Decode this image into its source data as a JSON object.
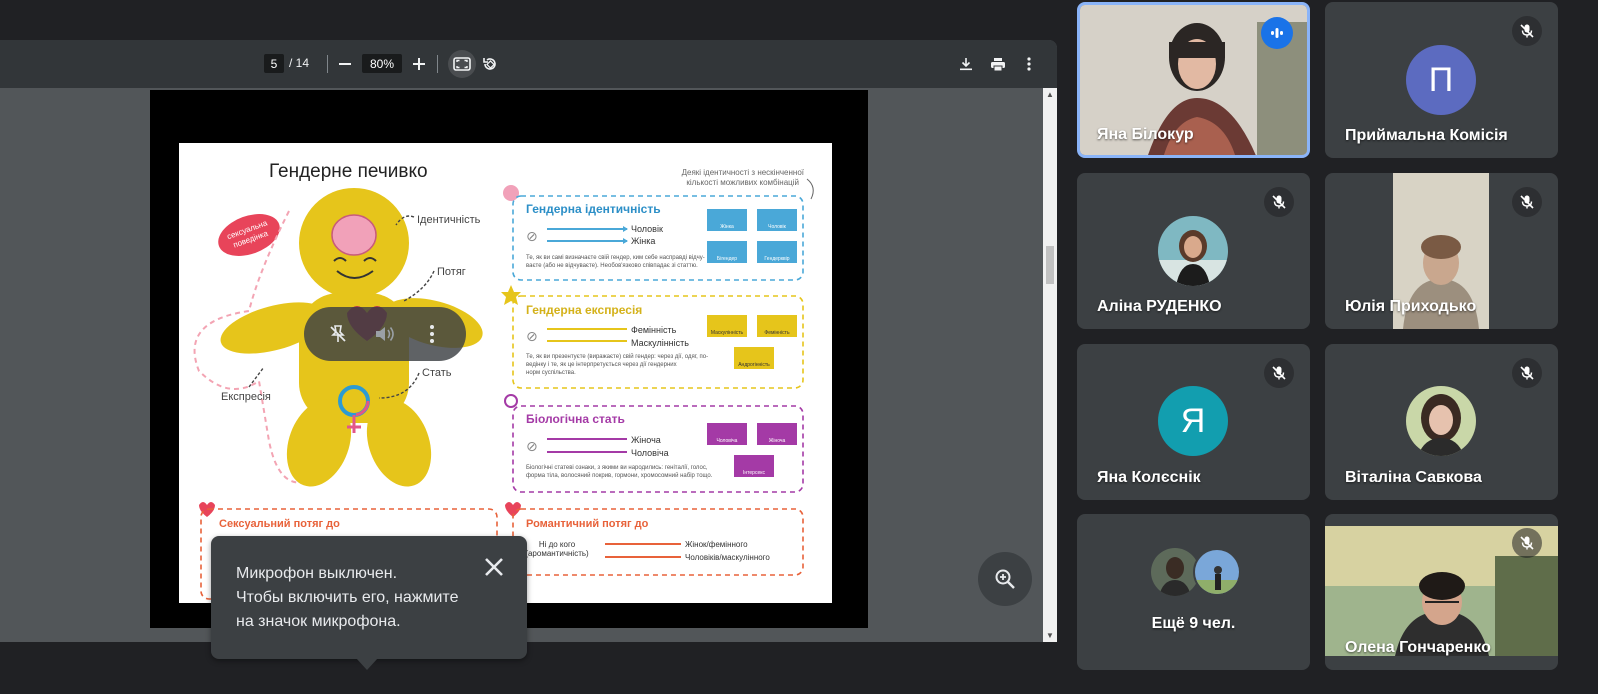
{
  "pdf_viewer": {
    "page_current": "5",
    "page_total": "/ 14",
    "zoom_value": "80%"
  },
  "slide": {
    "title": "Гендерне печивко",
    "corner_note_line1": "Деякі ідентичності з нескінченної",
    "corner_note_line2": "кількості можливих комбінацій",
    "badge_line1": "сексуальна",
    "badge_line2": "поведінка",
    "label_identity": "Ідентичність",
    "label_attraction": "Потяг",
    "label_sex": "Стать",
    "label_expression": "Експресія",
    "sections": {
      "identity": {
        "title": "Гендерна ідентичність",
        "arrow1": "Чоловік",
        "arrow2": "Жінка",
        "desc1": "Те, як ви самі визначаєте свій гендер, ким себе насправді відчу-",
        "desc2": "ваєте (або не відчуваєте). Необов'язково співпадає зі статтю.",
        "box1": "Жінка",
        "box2": "Чоловік",
        "box3": "Бігендер",
        "box4": "Гендерквір"
      },
      "expression": {
        "title": "Гендерна експресія",
        "arrow1": "Фемінність",
        "arrow2": "Маскулінність",
        "desc1": "Те, як ви презентуєте (виражаєте) свій гендер: через дії, одяг, по-",
        "desc2": "ведінку і те, як це інтерпретується через дії гендерних",
        "desc3": "норм суспільства.",
        "box1": "Маскулінність",
        "box2": "Фемінність",
        "box3": "Андрогінність"
      },
      "biological": {
        "title": "Біологічна стать",
        "arrow1": "Жіноча",
        "arrow2": "Чоловіча",
        "desc1": "Біологічні статеві ознаки, з якими ви народились: геніталії, голос,",
        "desc2": "форма тіла, волосяний покрив, гормони, хромосомний набір тощо.",
        "box1": "Чоловіча",
        "box2": "Жіноча",
        "box3": "Інтерсекс"
      },
      "sexual": {
        "title": "Сексуальний потяг до"
      },
      "romantic": {
        "title": "Романтичний потяг до",
        "left1": "Ні до кого",
        "left2": "(аромантичність)",
        "arrow1": "Жінок/фемінного",
        "arrow2": "Чоловіків/маскулінного"
      }
    }
  },
  "tooltip": {
    "line1": "Микрофон выключен.",
    "line2": "Чтобы включить его, нажмите",
    "line3": "на значок микрофона."
  },
  "participants": [
    {
      "name": "Яна Білокур"
    },
    {
      "name": "Приймальна Комісія",
      "initial": "П",
      "color": "#5c6bc0"
    },
    {
      "name": "Аліна РУДЕНКО"
    },
    {
      "name": "Юлія Приходько"
    },
    {
      "name": "Яна Колєснік",
      "initial": "Я",
      "color": "#129eaf"
    },
    {
      "name": "Віталіна Савкова"
    },
    {
      "name": "Ещё 9 чел."
    },
    {
      "name": "Олена Гончаренко"
    }
  ],
  "icons": [
    "zoom-out-icon",
    "zoom-in-icon",
    "fit-page-icon",
    "rotate-icon",
    "download-icon",
    "print-icon",
    "more-vert-icon",
    "zoom-magnifier-icon",
    "close-icon",
    "mic-off-icon",
    "speaking-icon",
    "pin-icon",
    "volume-icon"
  ]
}
